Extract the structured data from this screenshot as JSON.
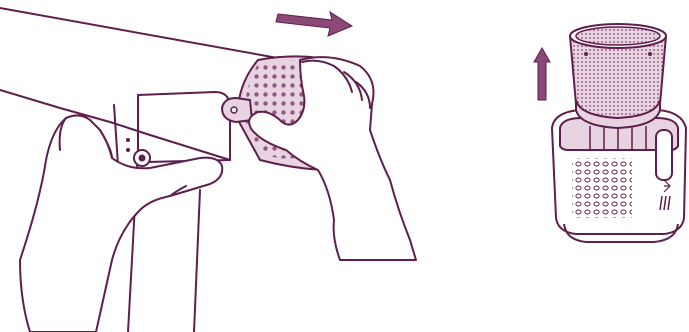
{
  "figure": {
    "steps": [
      {
        "id": "detach-filter-cartridge",
        "arrow_direction": "right",
        "icons": [
          "hand-icon",
          "filter-cartridge-icon",
          "arrow-right-icon"
        ]
      },
      {
        "id": "lift-mesh-filter",
        "arrow_direction": "up",
        "icons": [
          "mesh-filter-icon",
          "filter-housing-icon",
          "arrow-up-icon"
        ]
      }
    ],
    "colors": {
      "stroke": "#5e1f4d",
      "fill_light": "#e8d3e0",
      "fill_mid": "#caa5bd",
      "fill_dark": "#8a4a75",
      "background": "#ffffff"
    }
  }
}
